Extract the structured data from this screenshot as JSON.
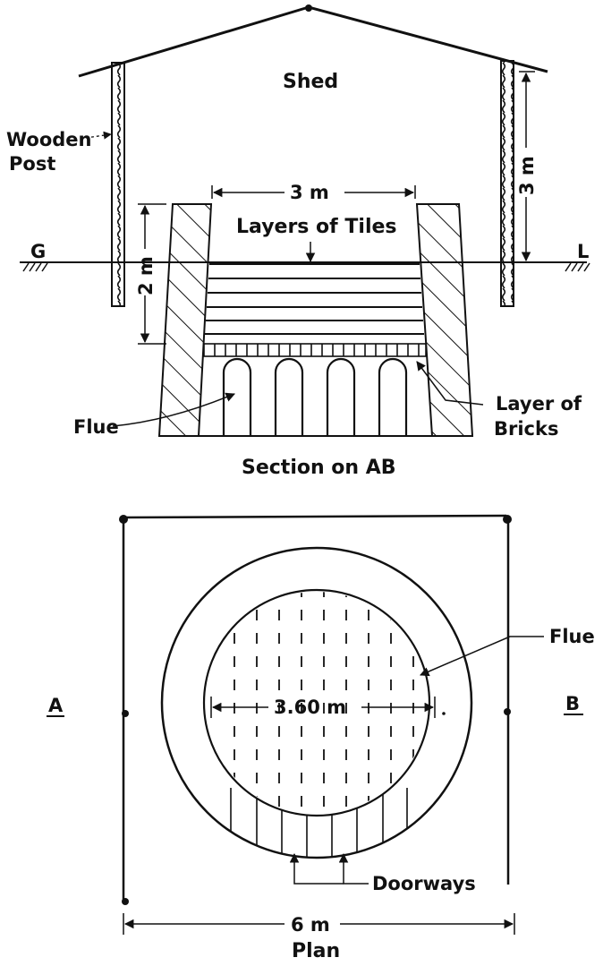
{
  "section": {
    "title": "Shed",
    "left_post_label_1": "Wooden",
    "left_post_label_2": "Post",
    "width_dim": "3 m",
    "height_dim": "2 m",
    "post_dim": "3 m",
    "tiles_label": "Layers of Tiles",
    "ground_left": "G",
    "ground_right": "L",
    "flue_label": "Flue",
    "bricks_label_1": "Layer of",
    "bricks_label_2": "Bricks",
    "caption": "Section on AB"
  },
  "plan": {
    "left_mark": "A",
    "right_mark": "B",
    "flue_label": "Flue",
    "diameter_dim": "3.60 m",
    "doorways_label": "Doorways",
    "width_dim": "6 m",
    "caption": "Plan"
  }
}
